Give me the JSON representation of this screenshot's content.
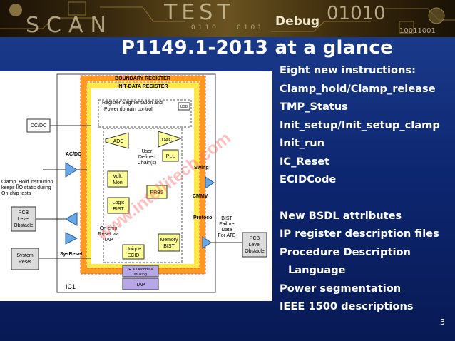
{
  "banner": {
    "scan": "SCAN",
    "test": "TEST",
    "debug": "Debug",
    "binary": "01010",
    "binary_small": "10011001",
    "bits_left": "0110",
    "bits_right": "0101"
  },
  "title": "P1149.1-2013 at a glance",
  "instructions": [
    "Eight new instructions:",
    "Clamp_hold/Clamp_release",
    "TMP_Status",
    "Init_setup/Init_setup_clamp",
    "Init_run",
    "IC_Reset",
    "ECIDCode"
  ],
  "attributes": [
    "New BSDL attributes",
    "IP register description files",
    "Procedure Description",
    "Language",
    "Power segmentation",
    "IEEE 1500 descriptions"
  ],
  "page_number": "3",
  "diagram": {
    "boundary_register": "BOUNDARY REGISTER",
    "init_data_register": "INIT-DATA REGISTER",
    "reg_seg_line1": "Register Segmentation and",
    "reg_seg_line2": "Power domain control",
    "usb": "USB",
    "dcdc": "DC/DC",
    "acdc": "AC/DC",
    "adc": "ADC",
    "dac": "DAC",
    "pll": "PLL",
    "user_defined_1": "User",
    "user_defined_2": "Defined",
    "user_defined_3": "Chain(s)",
    "volt_mon_1": "Volt.",
    "volt_mon_2": "Mon",
    "logic_bist_1": "Logic",
    "logic_bist_2": "BIST",
    "prbs": "PRBS",
    "swing": "Swing",
    "cmmv": "CMMV",
    "protocol": "Protocol",
    "clamp_note_1": "Clamp_Hold instruction",
    "clamp_note_2": "keeps I/O static during",
    "clamp_note_3": "On-chip tests",
    "pcb_left_1": "PCB",
    "pcb_left_2": "Level",
    "pcb_left_3": "Obstacle",
    "onchip_reset_1": "On-chip",
    "onchip_reset_2": "Reset via",
    "onchip_reset_3": "TAP",
    "memory_bist_1": "Memory",
    "memory_bist_2": "BIST",
    "bist_failure_1": "BIST",
    "bist_failure_2": "Failure",
    "bist_failure_3": "Data",
    "bist_failure_4": "For ATE",
    "pcb_right_1": "PCB",
    "pcb_right_2": "Level",
    "pcb_right_3": "Obstacle",
    "unique_ecid_1": "Unique",
    "unique_ecid_2": "ECID",
    "system_reset_1": "System",
    "system_reset_2": "Reset",
    "sysreset": "SysReset",
    "ir_decode_1": "IR & Decode &",
    "ir_decode_2": "Muxing",
    "tap": "TAP",
    "ic1": "IC1",
    "watermark": "www.intellitech.com"
  },
  "colors": {
    "slide_bg": "#0d2670",
    "register_orange": "#ff9a1e",
    "register_yellow": "#ffe84a",
    "tap_purple": "#b7a7e8",
    "block_yellow": "#ffff99",
    "block_blue": "#c8dcf0",
    "watermark_red": "#ff6f6f"
  }
}
